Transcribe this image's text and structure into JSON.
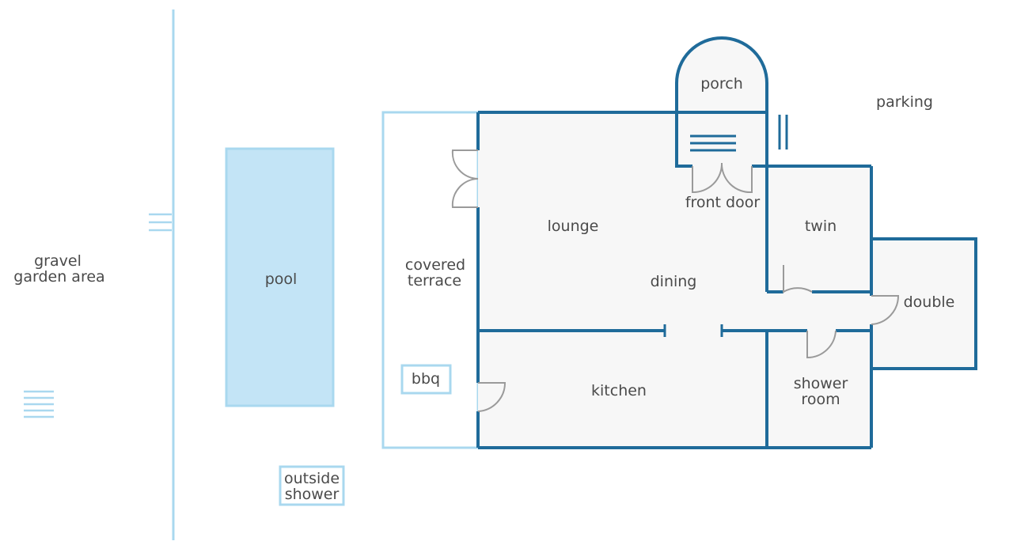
{
  "labels": {
    "gravel_line1": "gravel",
    "gravel_line2": "garden area",
    "pool": "pool",
    "covered_line1": "covered",
    "covered_line2": "terrace",
    "bbq": "bbq",
    "outside_line1": "outside",
    "outside_line2": "shower",
    "lounge": "lounge",
    "dining": "dining",
    "kitchen": "kitchen",
    "porch": "porch",
    "front_door": "front door",
    "parking": "parking",
    "twin": "twin",
    "double": "double",
    "shower_line1": "shower",
    "shower_line2": "room"
  },
  "colors": {
    "wall": "#1f6b9a",
    "light_wall": "#a9d8ef",
    "pool_fill": "#c3e4f6",
    "room_fill": "#f7f7f7",
    "door": "#9a9a9a",
    "text": "#4a4a4a"
  }
}
